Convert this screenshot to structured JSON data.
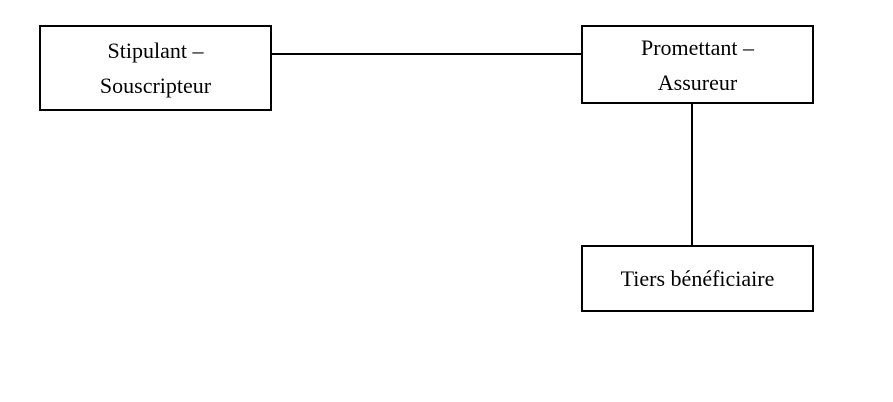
{
  "diagram": {
    "nodes": {
      "stipulant": {
        "line1": "Stipulant –",
        "line2": "Souscripteur"
      },
      "promettant": {
        "line1": "Promettant –",
        "line2": "Assureur"
      },
      "tiers": {
        "label": "Tiers bénéficiaire"
      }
    },
    "edges": [
      {
        "from": "stipulant",
        "to": "promettant"
      },
      {
        "from": "promettant",
        "to": "tiers"
      }
    ],
    "colors": {
      "stroke": "#000000",
      "background": "#ffffff",
      "text": "#000000"
    }
  }
}
